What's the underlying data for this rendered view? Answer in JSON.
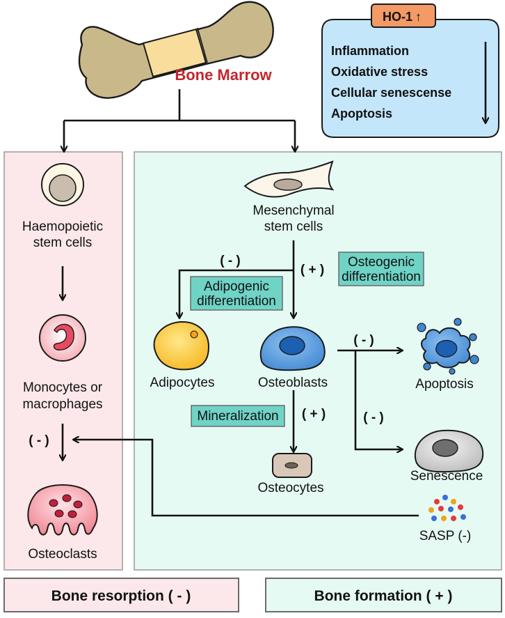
{
  "title": "Bone Marrow",
  "ho1": {
    "label": "HO-1",
    "arrow_glyph": "↑",
    "effects": [
      "Inflammation",
      "Oxidative stress",
      "Cellular senescense",
      "Apoptosis"
    ]
  },
  "cells": {
    "hsc": [
      "Haemopoietic",
      "stem cells"
    ],
    "monocytes": [
      "Monocytes or",
      "macrophages"
    ],
    "osteoclasts": "Osteoclasts",
    "msc": [
      "Mesenchymal",
      "stem cells"
    ],
    "adipocytes": "Adipocytes",
    "osteoblasts": "Osteoblasts",
    "osteocytes": "Osteocytes",
    "apoptosis": "Apoptosis",
    "senescence": "Senescence",
    "sasp": "SASP (-)"
  },
  "processes": {
    "adipogenic": [
      "Adipogenic",
      "differentiation"
    ],
    "osteogenic": [
      "Osteogenic",
      "differentiation"
    ],
    "mineralization": "Mineralization"
  },
  "signs": {
    "minus": "( - )",
    "plus": "( + )"
  },
  "footer": {
    "resorption": "Bone resorption ( - )",
    "formation": "Bone formation ( + )"
  },
  "colors": {
    "title_red": "#c0272d",
    "resorption_panel": "#fce8ea",
    "formation_panel": "#e6faf4",
    "process_box": "#6fd3c5",
    "ho1_box": "#c4e6fa",
    "ho1_tag": "#f39a66",
    "bone": "#c9b98a"
  }
}
